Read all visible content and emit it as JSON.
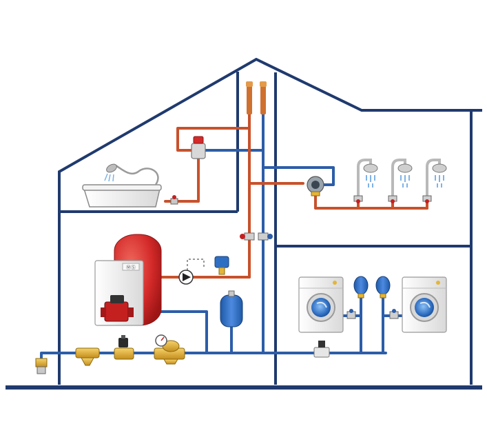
{
  "diagram": {
    "colors": {
      "structure": "#1f3a6e",
      "hot_pipe": "#c8512b",
      "cold_pipe": "#2c5da8",
      "tank_red": "#d42a2a",
      "fitting_brass": "#e3b53a",
      "appliance_blue": "#2f6fc3",
      "boiler_white": "#eeeeee",
      "shower_water": "#7fb2e6"
    },
    "components": [
      {
        "name": "bathtub-with-hand-shower"
      },
      {
        "name": "thermostatic-mixing-valve"
      },
      {
        "name": "shower-heads-row"
      },
      {
        "name": "hot-water-storage-tank"
      },
      {
        "name": "boiler"
      },
      {
        "name": "circulation-pump"
      },
      {
        "name": "expansion-vessel"
      },
      {
        "name": "washing-machines"
      },
      {
        "name": "water-hammer-arresters"
      },
      {
        "name": "pressure-reducing-valve"
      },
      {
        "name": "filter"
      },
      {
        "name": "solenoid-valve"
      }
    ],
    "boiler_label": "ⓂⓈ"
  }
}
